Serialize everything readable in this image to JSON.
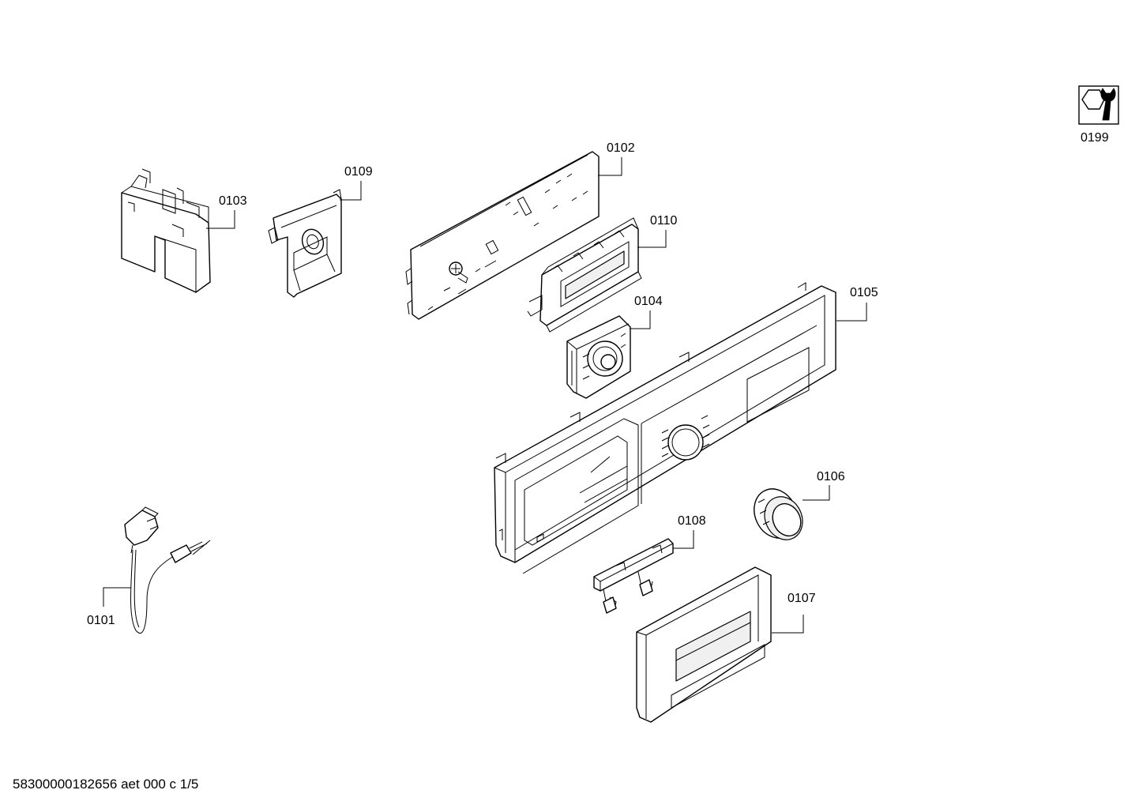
{
  "parts": [
    {
      "id": "p0101",
      "label": "0101"
    },
    {
      "id": "p0102",
      "label": "0102"
    },
    {
      "id": "p0103",
      "label": "0103"
    },
    {
      "id": "p0104",
      "label": "0104"
    },
    {
      "id": "p0105",
      "label": "0105"
    },
    {
      "id": "p0106",
      "label": "0106"
    },
    {
      "id": "p0107",
      "label": "0107"
    },
    {
      "id": "p0108",
      "label": "0108"
    },
    {
      "id": "p0109",
      "label": "0109"
    },
    {
      "id": "p0110",
      "label": "0110"
    },
    {
      "id": "p0199",
      "label": "0199"
    }
  ],
  "icons": {
    "service_tool": "wrench-nut-icon"
  },
  "footer": {
    "document_id": "58300000182656 aet 000 c 1/5"
  }
}
